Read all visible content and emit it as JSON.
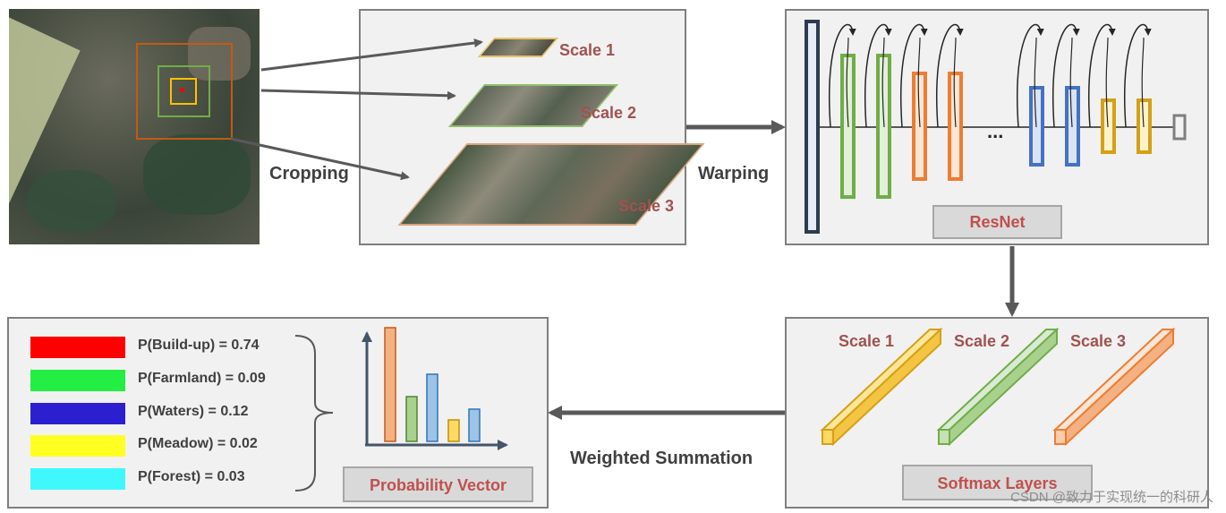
{
  "labels": {
    "cropping": "Cropping",
    "warping": "Warping",
    "weighted_summation": "Weighted Summation"
  },
  "scales_crop": [
    "Scale 1",
    "Scale 2",
    "Scale 3"
  ],
  "resnet": {
    "label": "ResNet",
    "ellipsis": "..."
  },
  "softmax": {
    "label": "Softmax Layers",
    "scales": [
      "Scale 1",
      "Scale 2",
      "Scale 3"
    ]
  },
  "probability": {
    "label": "Probability Vector",
    "items": [
      {
        "text": "P(Build-up) = 0.74",
        "color": "#ff0000"
      },
      {
        "text": "P(Farmland) = 0.09",
        "color": "#22ee44"
      },
      {
        "text": "P(Waters) = 0.12",
        "color": "#2b1fd0"
      },
      {
        "text": "P(Meadow) = 0.02",
        "color": "#ffff22"
      },
      {
        "text": "P(Forest) = 0.03",
        "color": "#3ff8ff"
      }
    ]
  },
  "colors": {
    "arrow": "#595959",
    "green": "#70ad47",
    "orange": "#ed7d31",
    "blue": "#4472c4",
    "gold": "#d4a017",
    "navy": "#2e3b4e"
  },
  "watermark": "CSDN @致力于实现统一的科研人"
}
